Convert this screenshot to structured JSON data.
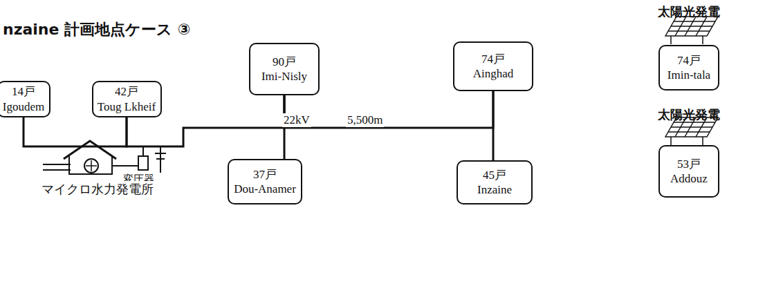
{
  "diagram": {
    "title": "nzaine 計画地点ケース ③",
    "nodes": [
      {
        "text": [
          "14戸",
          "Igoudem"
        ]
      },
      {
        "text": [
          "42戸",
          "Toug Lkheif"
        ]
      },
      {
        "text": [
          "90戸",
          "Imi-Nisly"
        ]
      },
      {
        "text": [
          "37戸",
          "Dou-Anamer"
        ]
      },
      {
        "text": [
          "74戸",
          "Ainghad"
        ]
      },
      {
        "text": [
          "45戸",
          "Inzaine"
        ]
      },
      {
        "text": [
          "太陽光発電",
          "74戸",
          "Imin-tala"
        ]
      },
      {
        "text": [
          "太陽光発電",
          "53戸",
          "Addouz"
        ]
      }
    ],
    "edges": [
      {
        "from": 0,
        "to": 1,
        "arrow": "none"
      },
      {
        "from": 1,
        "to": 2,
        "arrow": "none"
      },
      {
        "from": 2,
        "to": 3,
        "arrow": "none"
      },
      {
        "from": 2,
        "to": 4,
        "label": "5,500m",
        "arrow": "none"
      },
      {
        "from": 4,
        "to": 5,
        "arrow": "none"
      }
    ],
    "labels": [
      "22kV",
      "変圧器",
      "マイクロ水力発電所"
    ]
  }
}
